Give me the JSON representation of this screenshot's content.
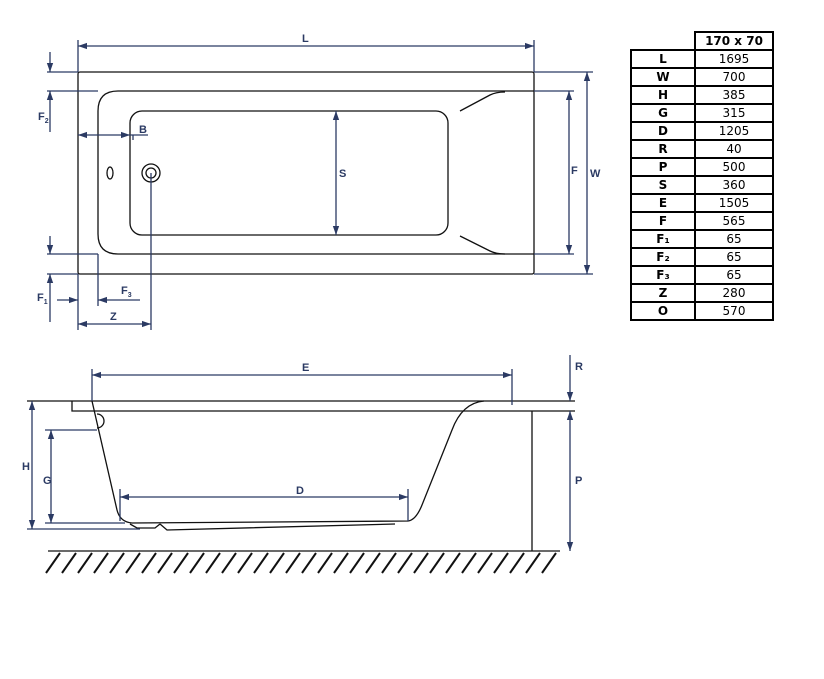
{
  "diagram": {
    "top_view_labels": {
      "L": "L",
      "W": "W",
      "F": "F",
      "S": "S",
      "B": "B",
      "Z": "Z",
      "F1": "F",
      "F1_sub": "1",
      "F2": "F",
      "F2_sub": "2",
      "F3": "F",
      "F3_sub": "3"
    },
    "side_view_labels": {
      "E": "E",
      "D": "D",
      "H": "H",
      "G": "G",
      "R": "R",
      "P": "P"
    },
    "colors": {
      "dimension": "#2b3a63",
      "outline": "#111111"
    }
  },
  "table": {
    "header": "170 x 70",
    "rows": [
      {
        "key": "L",
        "value": "1695"
      },
      {
        "key": "W",
        "value": "700"
      },
      {
        "key": "H",
        "value": "385"
      },
      {
        "key": "G",
        "value": "315"
      },
      {
        "key": "D",
        "value": "1205"
      },
      {
        "key": "R",
        "value": "40"
      },
      {
        "key": "P",
        "value": "500"
      },
      {
        "key": "S",
        "value": "360"
      },
      {
        "key": "E",
        "value": "1505"
      },
      {
        "key": "F",
        "value": "565"
      },
      {
        "key": "F₁",
        "value": "65"
      },
      {
        "key": "F₂",
        "value": "65"
      },
      {
        "key": "F₃",
        "value": "65"
      },
      {
        "key": "Z",
        "value": "280"
      },
      {
        "key": "O",
        "value": "570"
      }
    ]
  }
}
